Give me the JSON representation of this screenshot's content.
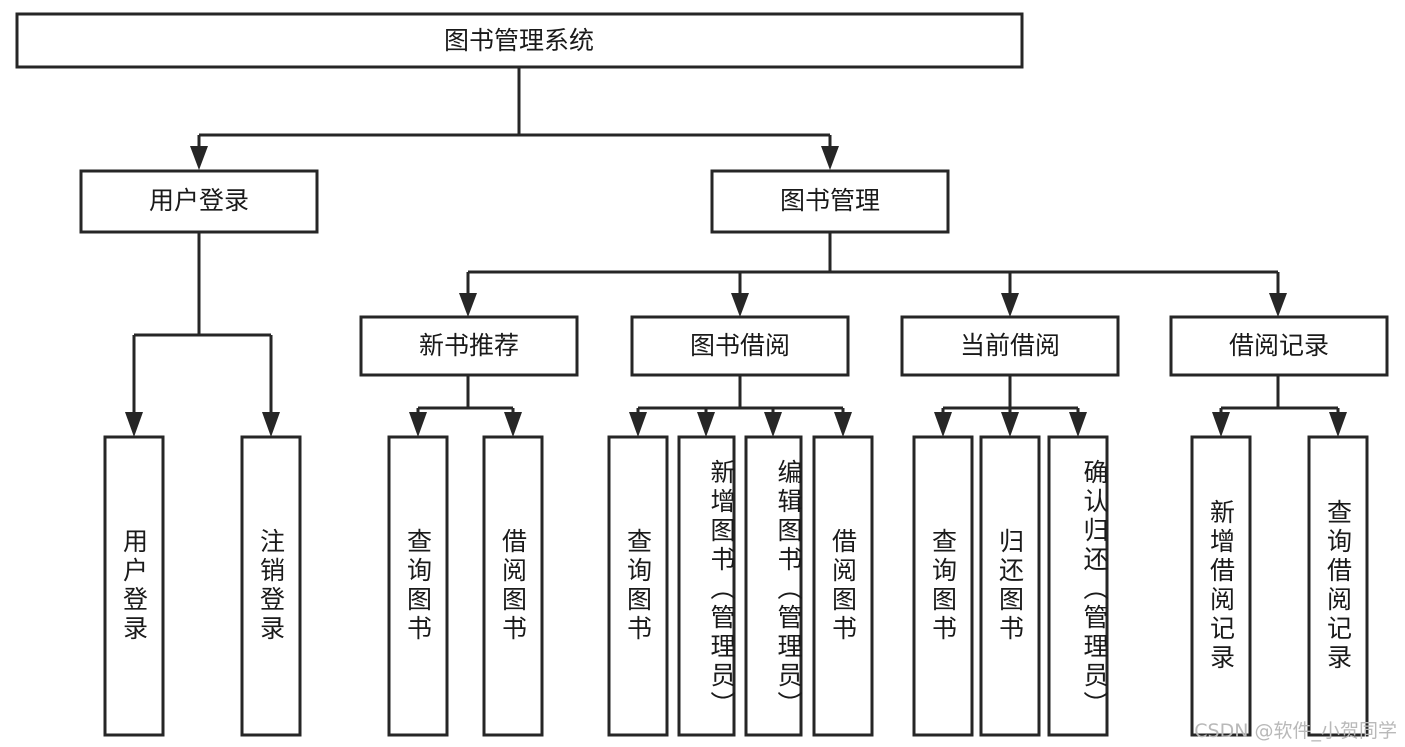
{
  "diagram": {
    "type": "tree-hierarchy",
    "title": "图书管理系统",
    "root": {
      "label": "图书管理系统",
      "children": [
        {
          "label": "用户登录",
          "children": [
            {
              "label": "用户登录"
            },
            {
              "label": "注销登录"
            }
          ]
        },
        {
          "label": "图书管理",
          "children": [
            {
              "label": "新书推荐",
              "children": [
                {
                  "label": "查询图书"
                },
                {
                  "label": "借阅图书"
                }
              ]
            },
            {
              "label": "图书借阅",
              "children": [
                {
                  "label": "查询图书"
                },
                {
                  "label": "新增图书（管理员）"
                },
                {
                  "label": "编辑图书（管理员）"
                },
                {
                  "label": "借阅图书"
                }
              ]
            },
            {
              "label": "当前借阅",
              "children": [
                {
                  "label": "查询图书"
                },
                {
                  "label": "归还图书"
                },
                {
                  "label": "确认归还（管理员）"
                }
              ]
            },
            {
              "label": "借阅记录",
              "children": [
                {
                  "label": "新增借阅记录"
                },
                {
                  "label": "查询借阅记录"
                }
              ]
            }
          ]
        }
      ]
    }
  },
  "nodes": {
    "root_title": "图书管理系统",
    "l1_user_login": "用户登录",
    "l1_book_manage": "图书管理",
    "l2_new_book_rec": "新书推荐",
    "l2_book_borrow": "图书借阅",
    "l2_current_borrow": "当前借阅",
    "l2_borrow_record": "借阅记录",
    "leaf_user_login": "用户登录",
    "leaf_user_logout": "注销登录",
    "leaf_rec_query": "查询图书",
    "leaf_rec_borrow": "借阅图书",
    "leaf_borrow_query": "查询图书",
    "leaf_borrow_add": "新增图书（管理员）",
    "leaf_borrow_edit": "编辑图书（管理员）",
    "leaf_borrow_borrow": "借阅图书",
    "leaf_cur_query": "查询图书",
    "leaf_cur_return": "归还图书",
    "leaf_cur_confirm": "确认归还（管理员）",
    "leaf_rec_add": "新增借阅记录",
    "leaf_rec_query2": "查询借阅记录"
  },
  "watermark": {
    "text": "CSDN @软件_小贺同学"
  },
  "colors": {
    "background": "#ffffff",
    "node_fill": "#ffffff",
    "node_stroke": "#262626",
    "connector": "#262626",
    "text": "#1a1a1a",
    "watermark": "#b9b9b9"
  }
}
